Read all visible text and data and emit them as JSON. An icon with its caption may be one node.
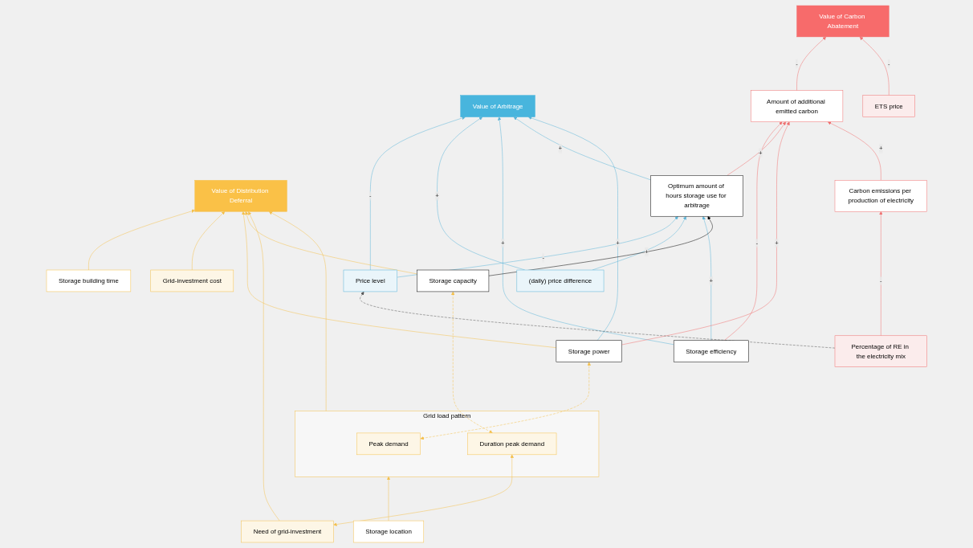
{
  "diagram": {
    "nodes": [
      {
        "text": [
          "Value of Arbitrage"
        ]
      },
      {
        "text": [
          "Price level"
        ]
      },
      {
        "text": [
          "Storage building time"
        ]
      },
      {
        "text": [
          "Grid-investment cost"
        ]
      },
      {
        "text": [
          "(daily) price difference"
        ]
      },
      {
        "text": [
          "Value of Distribution Deferral"
        ]
      },
      {
        "text": [
          "Storage efficiency"
        ]
      },
      {
        "text": [
          "Optimum amount of hours storage use for arbitrage"
        ]
      },
      {
        "text": [
          "Storage power"
        ]
      },
      {
        "text": [
          "Storage capacity"
        ]
      },
      {
        "text": [
          "Grid load pattern"
        ]
      },
      {
        "text": [
          "Peak demand"
        ],
        "in": 10
      },
      {
        "text": [
          "Carbon emissions per production of electricity"
        ]
      },
      {
        "text": [
          "Amount of additional emitted carbon"
        ]
      },
      {
        "text": [
          "Value of Carbon Abatement"
        ]
      },
      {
        "text": [
          "Need of grid-investment"
        ]
      },
      {
        "text": [
          "Duration peak demand"
        ],
        "in": 10
      },
      {
        "text": [
          "Percentage of RE in the electricity mix"
        ]
      },
      {
        "text": [
          "ETS price"
        ]
      },
      {
        "text": [
          "Storage location"
        ]
      }
    ],
    "edges": [
      {
        "from": 1,
        "to": 0,
        "arrow": "to",
        "label": "-",
        "color": "#5ab4d8"
      },
      {
        "from": 4,
        "to": 0,
        "arrow": "to",
        "label": "+",
        "color": "#5ab4d8"
      },
      {
        "from": 6,
        "to": 0,
        "arrow": "to",
        "label": "+",
        "color": "#5ab4d8"
      },
      {
        "from": 7,
        "to": 0,
        "arrow": "to",
        "label": "+",
        "color": "#5ab4d8"
      },
      {
        "from": 8,
        "to": 0,
        "arrow": "to",
        "label": "+",
        "color": "#5ab4d8"
      },
      {
        "from": 1,
        "to": 7,
        "arrow": "to",
        "label": "-",
        "color": "#5ab4d8"
      },
      {
        "from": 4,
        "to": 7,
        "arrow": "to",
        "label": "+",
        "color": "#5ab4d8"
      },
      {
        "from": 6,
        "to": 7,
        "arrow": "to",
        "label": "+",
        "color": "#5ab4d8"
      },
      {
        "from": 9,
        "to": 7,
        "arrow": "to",
        "color": "#000000"
      },
      {
        "from": 6,
        "to": 13,
        "arrow": "to",
        "label": "-",
        "color": "#f07070"
      },
      {
        "from": 7,
        "to": 13,
        "arrow": "to",
        "label": "+",
        "color": "#f07070"
      },
      {
        "from": 8,
        "to": 13,
        "arrow": "to",
        "label": "+",
        "color": "#f07070"
      },
      {
        "from": 12,
        "to": 13,
        "arrow": "to",
        "label": "+",
        "color": "#f07070"
      },
      {
        "from": 13,
        "to": 14,
        "arrow": "to",
        "label": "-",
        "color": "#f07070"
      },
      {
        "from": 17,
        "to": 12,
        "arrow": "to",
        "label": "-",
        "color": "#f07070"
      },
      {
        "from": 18,
        "to": 14,
        "arrow": "to",
        "label": "-",
        "color": "#f07070"
      },
      {
        "from": 17,
        "to": 1,
        "arrow": "to",
        "style": "dashed",
        "color": "#555555"
      },
      {
        "from": 2,
        "to": 5,
        "arrow": "to",
        "color": "#f5c04a"
      },
      {
        "from": 3,
        "to": 5,
        "arrow": "to",
        "color": "#f5c04a"
      },
      {
        "from": 8,
        "to": 5,
        "arrow": "to",
        "color": "#f5c04a"
      },
      {
        "from": 9,
        "to": 5,
        "arrow": "to",
        "color": "#f5c04a"
      },
      {
        "from": 15,
        "to": 5,
        "arrow": "to",
        "color": "#f5c04a"
      },
      {
        "from": 10,
        "to": 5,
        "arrow": "to",
        "color": "#f5c04a"
      },
      {
        "from": 11,
        "to": 8,
        "arrow": "both",
        "style": "dashed",
        "color": "#f5c04a"
      },
      {
        "from": 16,
        "to": 9,
        "arrow": "both",
        "style": "dashed",
        "color": "#f5c04a"
      },
      {
        "from": 15,
        "to": 16,
        "arrow": "both",
        "color": "#f5c04a"
      },
      {
        "from": 19,
        "to": 10,
        "arrow": "to",
        "color": "#f5c04a"
      }
    ]
  }
}
